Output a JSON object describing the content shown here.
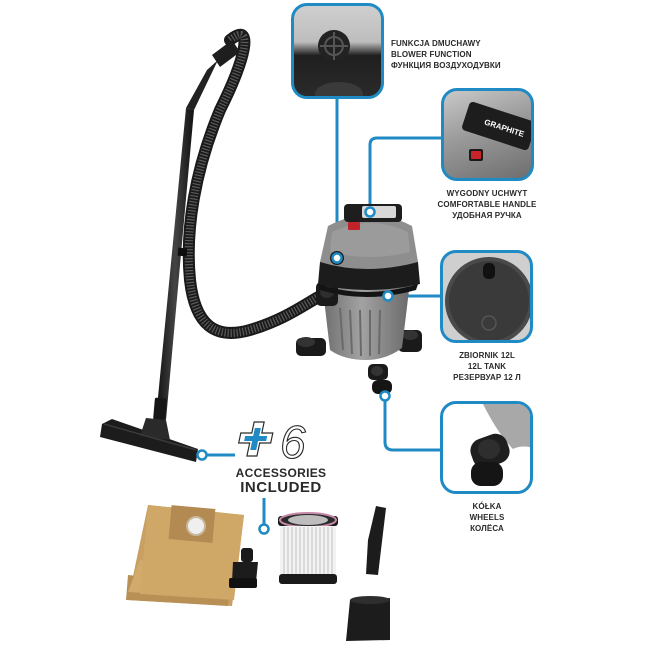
{
  "product": {
    "name": "Wet/dry vacuum cleaner with accessories",
    "brand_badge": "GRAPHITE",
    "accent_color": "#1f8ac4",
    "body_color": "#8c8c8c",
    "dark_color": "#1e1e1e"
  },
  "callouts": [
    {
      "id": "blower",
      "lines": [
        "FUNKCJA DMUCHAWY",
        "BLOWER FUNCTION",
        "ФУНКЦИЯ ВОЗДУХОДУВКИ"
      ]
    },
    {
      "id": "handle",
      "lines": [
        "WYGODNY UCHWYT",
        "COMFORTABLE HANDLE",
        "УДОБНАЯ РУЧКА"
      ]
    },
    {
      "id": "tank",
      "lines": [
        "ZBIORNIK 12L",
        "12L TANK",
        "РЕЗЕРВУАР 12 Л"
      ]
    },
    {
      "id": "wheels",
      "lines": [
        "KÓŁKA",
        "WHEELS",
        "КОЛЁСА"
      ]
    }
  ],
  "accessories": {
    "badge_plus": "+",
    "badge_count": "6",
    "title_line1": "ACCESSORIES",
    "title_line2": "INCLUDED",
    "items": [
      "paper dust bag",
      "upholstery brush nozzle",
      "HEPA cartridge filter",
      "crevice nozzle",
      "foam filter sleeve",
      "floor nozzle"
    ]
  }
}
